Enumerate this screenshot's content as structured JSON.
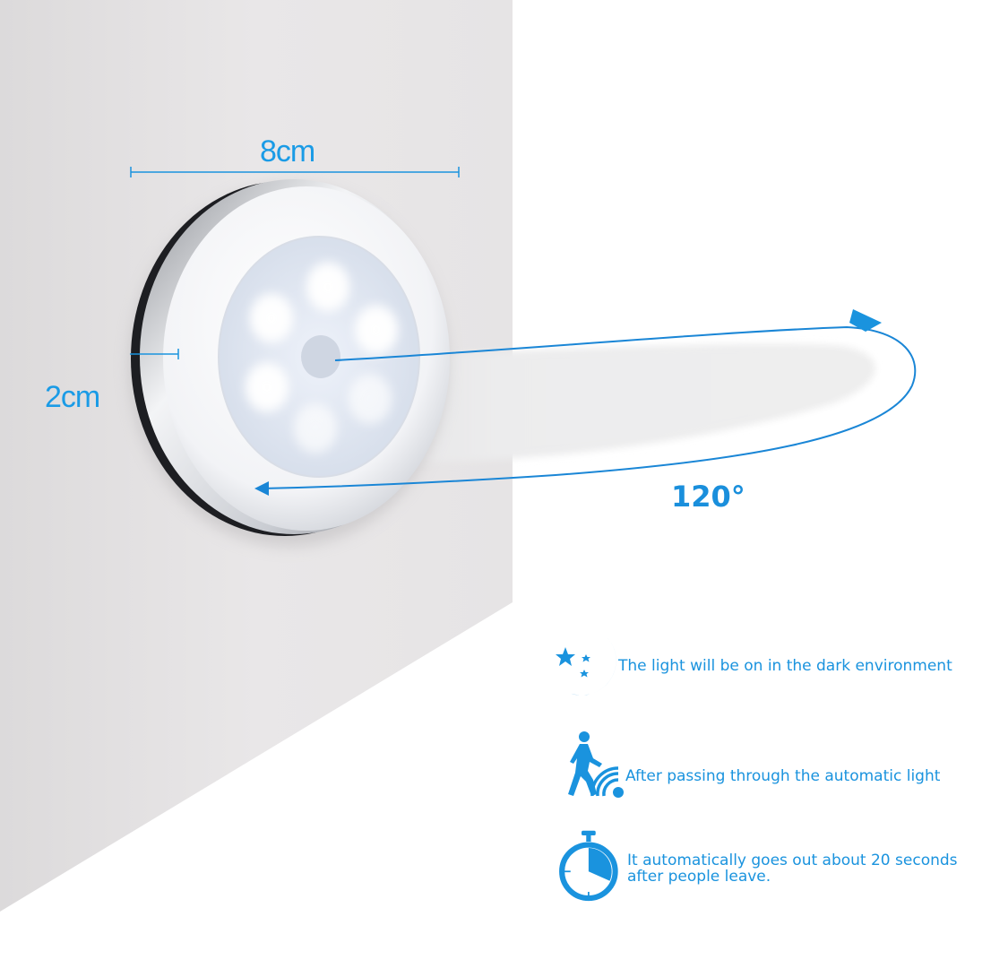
{
  "product": {
    "dimensions": {
      "diameter_label": "8cm",
      "thickness_label": "2cm"
    },
    "sensor": {
      "angle_label": "120°"
    }
  },
  "features": [
    {
      "icon": "moon-stars-icon",
      "text": "The light will be on in the dark environment"
    },
    {
      "icon": "walking-person-sensor-icon",
      "text": "After passing through the automatic light"
    },
    {
      "icon": "stopwatch-icon",
      "text_line1": "It automatically goes out about 20 seconds",
      "text_line2": "after people leave."
    }
  ],
  "colors": {
    "accent_blue": "#1a93de",
    "wall_gray": "#e6e4e5",
    "background": "#ffffff"
  }
}
